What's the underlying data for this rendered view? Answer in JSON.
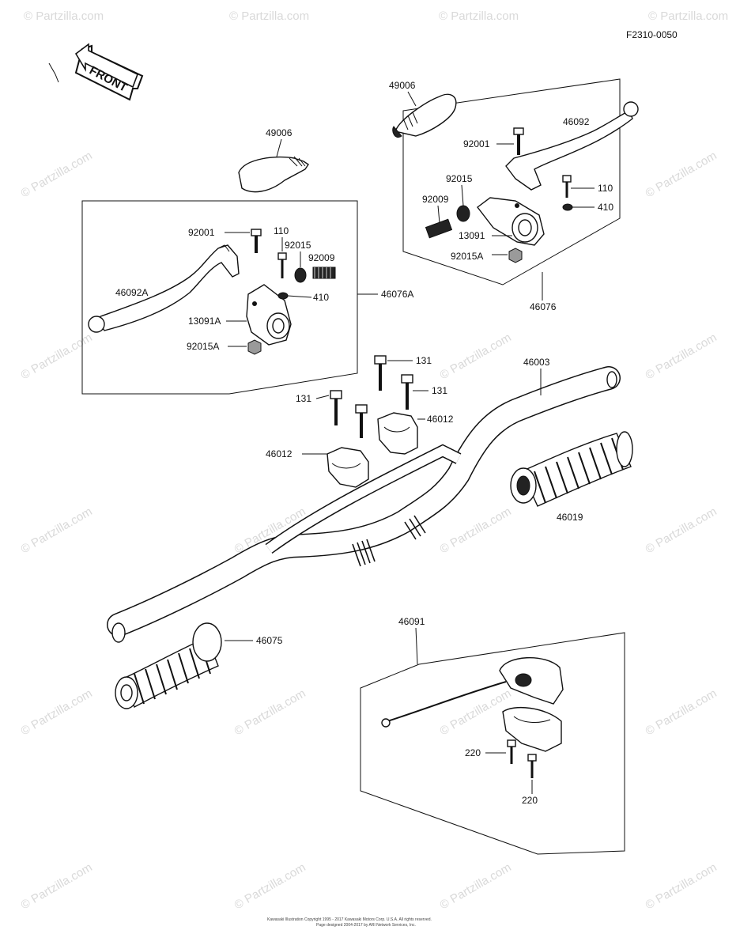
{
  "diagram": {
    "code": "F2310-0050",
    "front_label": "FRONT",
    "watermark": "© Partzilla.com",
    "footer_line1": "Kawasaki Illustration Copyright 1995 - 2017 Kawasaki Motors Corp. U.S.A. All rights reserved.",
    "footer_line2": "Page designed 2004-2017 by ARI Network Services, Inc.",
    "labels": {
      "l49006_left": "49006",
      "l49006_right": "49006",
      "l92001_left": "92001",
      "l110_left": "110",
      "l92015_left": "92015",
      "l92009_left": "92009",
      "l46092A": "46092A",
      "l410_left": "410",
      "l46076A": "46076A",
      "l13091A": "13091A",
      "l92015A_left": "92015A",
      "l92001_right": "92001",
      "l46092": "46092",
      "l92015_right": "92015",
      "l92009_right": "92009",
      "l110_right": "110",
      "l410_right": "410",
      "l13091": "13091",
      "l92015A_right": "92015A",
      "l46076": "46076",
      "l131_a": "131",
      "l131_b": "131",
      "l131_c": "131",
      "l46012_a": "46012",
      "l46012_b": "46012",
      "l46003": "46003",
      "l46019": "46019",
      "l46075": "46075",
      "l46091": "46091",
      "l220_a": "220",
      "l220_b": "220"
    }
  }
}
